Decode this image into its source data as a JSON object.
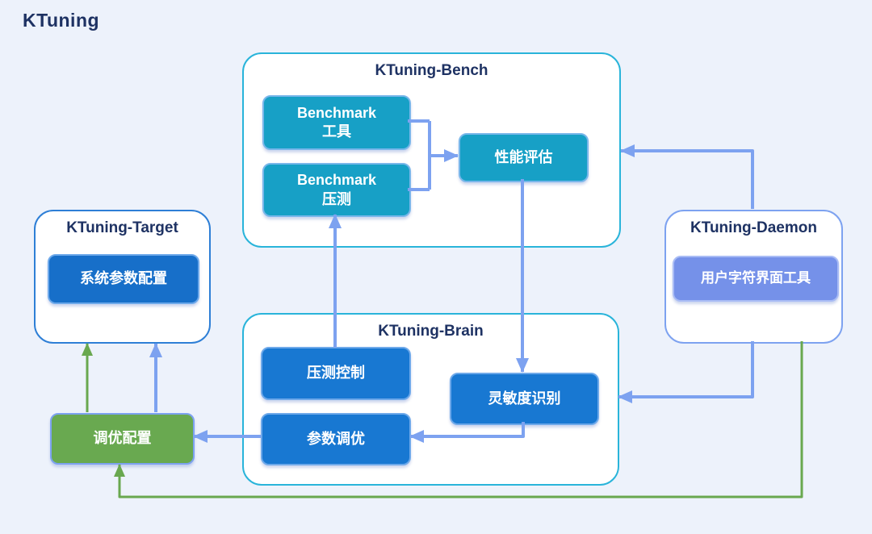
{
  "page_title": "KTuning",
  "colors": {
    "background": "#edf2fb",
    "title_text": "#1e3263",
    "container_fill": "#ffffff",
    "bench_brain_border": "#29b4da",
    "target_border": "#2e7fd6",
    "daemon_border": "#7da2f0",
    "teal_node": "#17a0c6",
    "blue_node": "#1878d2",
    "periwinkle_node": "#7591e9",
    "green_node": "#69a950",
    "arrow_blue": "#7da2f0",
    "arrow_green": "#69a84f",
    "node_text": "#ffffff"
  },
  "containers": {
    "bench": {
      "title": "KTuning-Bench"
    },
    "target": {
      "title": "KTuning-Target"
    },
    "daemon": {
      "title": "KTuning-Daemon"
    },
    "brain": {
      "title": "KTuning-Brain"
    }
  },
  "nodes": {
    "benchmark_tool": {
      "line1": "Benchmark",
      "line2": "工具"
    },
    "benchmark_stress": {
      "line1": "Benchmark",
      "line2": "压测"
    },
    "perf_eval": {
      "label": "性能评估"
    },
    "sys_param": {
      "label": "系统参数配置"
    },
    "cli_tool": {
      "label": "用户字符界面工具"
    },
    "stress_ctrl": {
      "label": "压测控制"
    },
    "sensitivity": {
      "label": "灵敏度识别"
    },
    "param_tune": {
      "label": "参数调优"
    },
    "tune_config": {
      "label": "调优配置"
    }
  },
  "edges": [
    {
      "from": "Benchmark工具/Benchmark压测",
      "to": "性能评估",
      "color": "blue"
    },
    {
      "from": "性能评估",
      "to": "灵敏度识别",
      "color": "blue"
    },
    {
      "from": "压测控制",
      "to": "Benchmark压测",
      "color": "blue"
    },
    {
      "from": "灵敏度识别",
      "to": "参数调优",
      "color": "blue"
    },
    {
      "from": "参数调优",
      "to": "调优配置",
      "color": "blue"
    },
    {
      "from": "调优配置",
      "to": "KTuning-Target",
      "color": "blue"
    },
    {
      "from": "调优配置",
      "to": "KTuning-Target",
      "color": "green"
    },
    {
      "from": "KTuning-Daemon",
      "to": "KTuning-Bench",
      "color": "blue"
    },
    {
      "from": "KTuning-Daemon",
      "to": "KTuning-Brain",
      "color": "blue"
    },
    {
      "from": "KTuning-Daemon",
      "to": "调优配置",
      "color": "green"
    }
  ]
}
